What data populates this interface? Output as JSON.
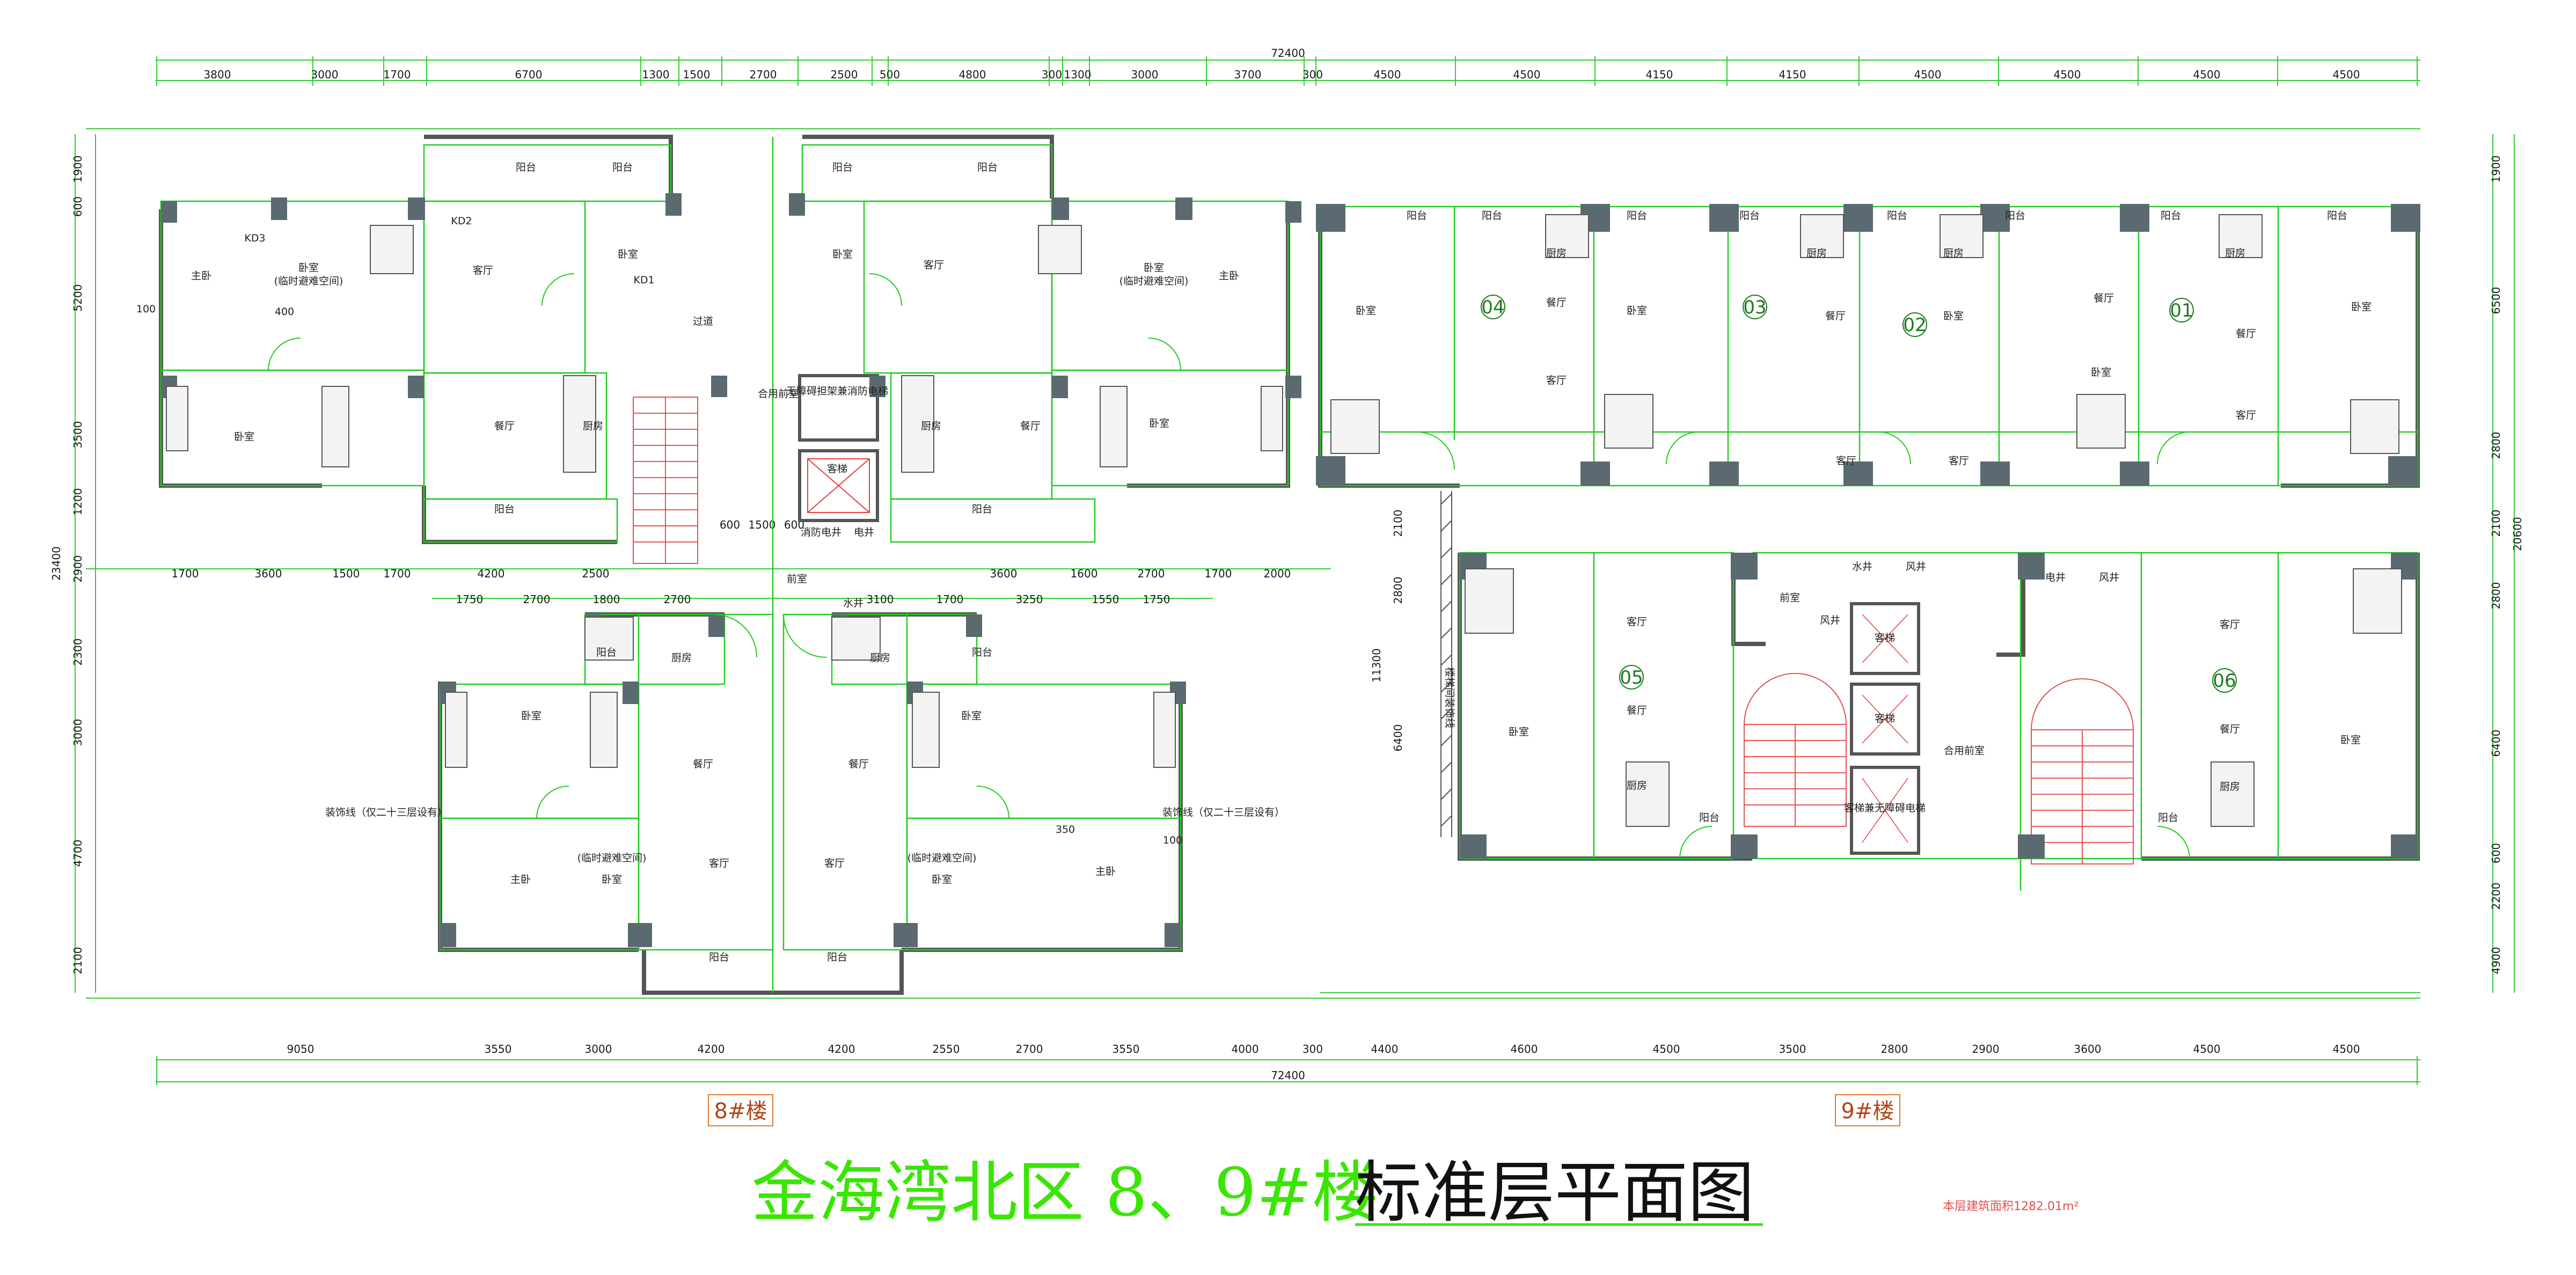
{
  "title": {
    "part1": "金海湾北区 8、9#楼",
    "part2": "标准层平面图"
  },
  "area_note": "本层建筑面积1282.01m²",
  "building_tags": {
    "b8": "8#楼",
    "b9": "9#楼"
  },
  "overall": {
    "width": "72400",
    "height_left": "23400",
    "height_right": "20600"
  },
  "top_dims": [
    "3800",
    "3000",
    "1700",
    "6700",
    "1300",
    "1500",
    "2700",
    "2500",
    "500",
    "4800",
    "300",
    "1300",
    "3000",
    "3700",
    "300",
    "4500",
    "4500",
    "4150",
    "4150",
    "4500",
    "4500",
    "4500",
    "4500"
  ],
  "bottom_dims": [
    "9050",
    "3550",
    "3000",
    "4200",
    "4200",
    "2550",
    "2700",
    "3550",
    "4000",
    "300",
    "4400",
    "4600",
    "4500",
    "3500",
    "2800",
    "2900",
    "3600",
    "4500",
    "4500"
  ],
  "mid_dims_8": [
    "1700",
    "3600",
    "1500",
    "1700",
    "4200",
    "2500",
    "600",
    "1500",
    "600",
    "3600",
    "1600",
    "2700",
    "1700",
    "2000"
  ],
  "mid_dims_8b": [
    "1750",
    "2700",
    "1800",
    "2700",
    "3100",
    "1700",
    "3250",
    "1550",
    "1750"
  ],
  "left_dims": [
    "1900",
    "600",
    "5200",
    "3500",
    "1200",
    "2900",
    "2300",
    "3000",
    "4700",
    "2100"
  ],
  "right_dims": [
    "1900",
    "6500",
    "2800",
    "2100",
    "2800",
    "6400",
    "600",
    "2200",
    "4900"
  ],
  "inner_dims_9": [
    "2100",
    "2800",
    "6400",
    "11300"
  ],
  "rooms_8": [
    "阳台",
    "阳台",
    "阳台",
    "阳台",
    "主卧",
    "卧室",
    "客厅",
    "卧室",
    "卧室",
    "客厅",
    "卧室",
    "主卧",
    "卧室",
    "餐厅",
    "厨房",
    "厨房",
    "餐厅",
    "卧室",
    "阳台",
    "阳台",
    "过道",
    "合用前室",
    "无障碍担架兼消防电梯",
    "客梯",
    "卧室",
    "餐厅",
    "客厅",
    "卧室",
    "主卧",
    "卧室",
    "餐厅",
    "客厅",
    "卧室",
    "主卧",
    "阳台",
    "阳台",
    "厨房",
    "阳台",
    "厨房",
    "阳台",
    "前室",
    "水井",
    "电井",
    "消防电井"
  ],
  "labels_8": [
    "(临时避难空间)",
    "(临时避难空间)",
    "(临时避难空间)",
    "(临时避难空间)",
    "装饰线（仅二十三层设有）",
    "装饰线（仅二十三层设有）",
    "KD1",
    "KD2",
    "KD3",
    "400",
    "100",
    "350",
    "100"
  ],
  "rooms_9": [
    "阳台",
    "阳台",
    "阳台",
    "阳台",
    "阳台",
    "阳台",
    "阳台",
    "阳台",
    "卧室",
    "餐厅",
    "客厅",
    "卧室",
    "餐厅",
    "客厅",
    "卧室",
    "餐厅",
    "客厅",
    "卧室",
    "餐厅",
    "客厅",
    "卧室",
    "厨房",
    "厨房",
    "厨房",
    "厨房",
    "卧室",
    "客厅",
    "餐厅",
    "厨房",
    "阳台",
    "客厅",
    "餐厅",
    "卧室",
    "厨房",
    "阳台",
    "前室",
    "客梯",
    "客梯",
    "客梯兼无障碍电梯",
    "合用前室",
    "水井",
    "风井",
    "风井",
    "电井",
    "风井",
    "楼梯间装饰线"
  ],
  "unit_numbers_9": [
    "04",
    "03",
    "02",
    "01",
    "05",
    "06"
  ],
  "colors": {
    "wall": "#555555",
    "column": "#5a6a70",
    "line": "#22cc22",
    "dimension": "#33cc33",
    "hatch": "#e04040",
    "tag": "#e07a30"
  },
  "icons": [
    "column-icon",
    "stair-icon",
    "elevator-icon",
    "toilet-icon",
    "door-swing-icon"
  ]
}
